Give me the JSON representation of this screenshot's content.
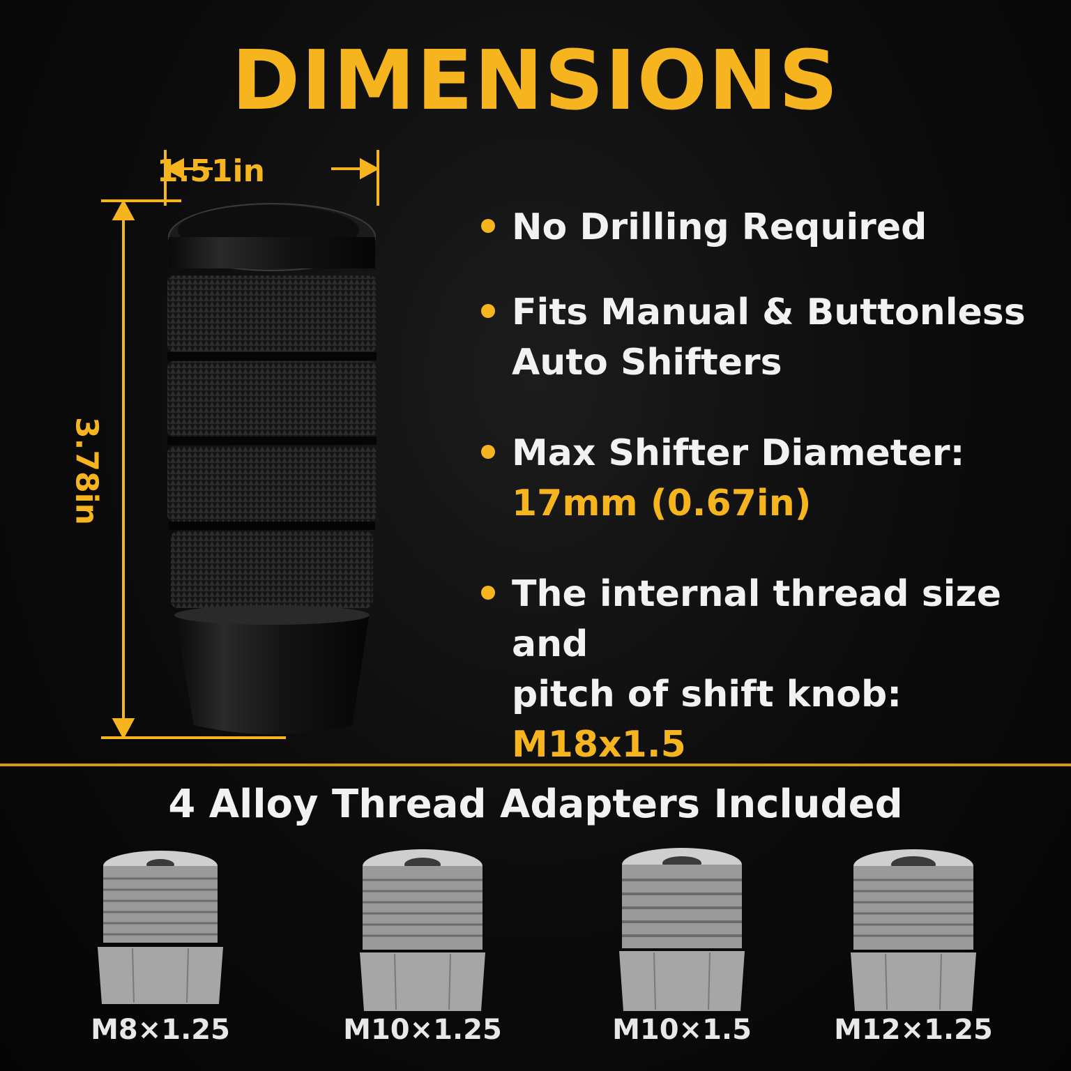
{
  "title": "DIMENSIONS",
  "dimensions": {
    "width": "1.51in",
    "height": "3.78in"
  },
  "features": [
    {
      "line1": "No Drilling Required"
    },
    {
      "line1": "Fits Manual & Buttonless",
      "line2": "Auto Shifters"
    },
    {
      "line1": "Max Shifter Diameter:",
      "line2_highlight": "17mm (0.67in)"
    },
    {
      "line1": "The internal thread size and",
      "line2": "pitch of shift knob: ",
      "line2_highlight": "M18x1.5"
    }
  ],
  "adapters": {
    "title": "4 Alloy Thread Adapters Included",
    "items": [
      {
        "label": "M8×1.25"
      },
      {
        "label": "M10×1.25"
      },
      {
        "label": "M10×1.5"
      },
      {
        "label": "M12×1.25"
      }
    ]
  },
  "colors": {
    "accent": "#F6B51E",
    "background": "#0b0b0b",
    "text": "#F2F2F2"
  }
}
